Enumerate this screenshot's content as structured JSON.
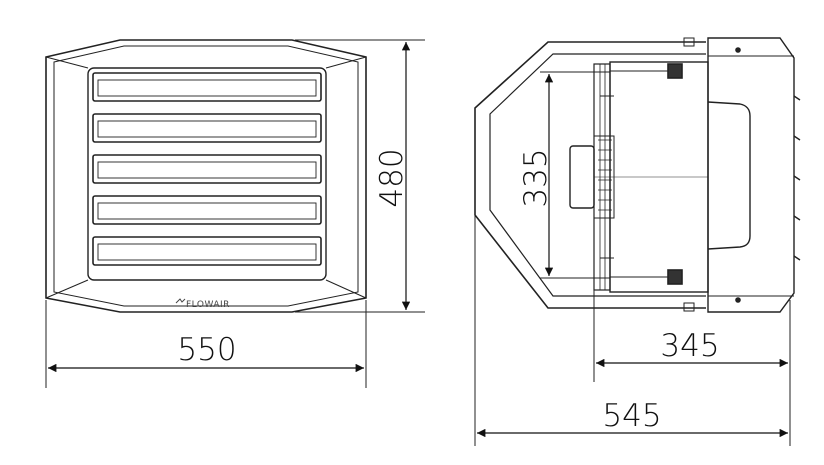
{
  "front_view": {
    "brand_label": "FLOWAIR",
    "louver_count": 5,
    "width_dimension": "550",
    "height_dimension": "480"
  },
  "side_view": {
    "fan_dimension": "335",
    "body_depth_dimension": "345",
    "total_depth_dimension": "545"
  }
}
